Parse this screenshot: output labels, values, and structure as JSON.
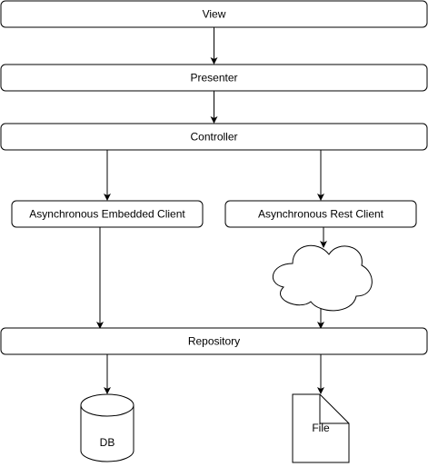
{
  "nodes": {
    "view": "View",
    "presenter": "Presenter",
    "controller": "Controller",
    "embedded_client": "Asynchronous Embedded Client",
    "rest_client": "Asynchronous Rest Client",
    "repository": "Repository",
    "db": "DB",
    "file": "File"
  },
  "edges": [
    {
      "from": "View",
      "to": "Presenter"
    },
    {
      "from": "Presenter",
      "to": "Controller"
    },
    {
      "from": "Controller",
      "to": "Asynchronous Embedded Client"
    },
    {
      "from": "Controller",
      "to": "Asynchronous Rest Client"
    },
    {
      "from": "Asynchronous Rest Client",
      "to": "cloud"
    },
    {
      "from": "cloud",
      "to": "Repository"
    },
    {
      "from": "Asynchronous Embedded Client",
      "to": "Repository"
    },
    {
      "from": "Repository",
      "to": "DB"
    },
    {
      "from": "Repository",
      "to": "File"
    }
  ],
  "colors": {
    "stroke": "#000000",
    "fill": "#ffffff",
    "text": "#000000"
  }
}
